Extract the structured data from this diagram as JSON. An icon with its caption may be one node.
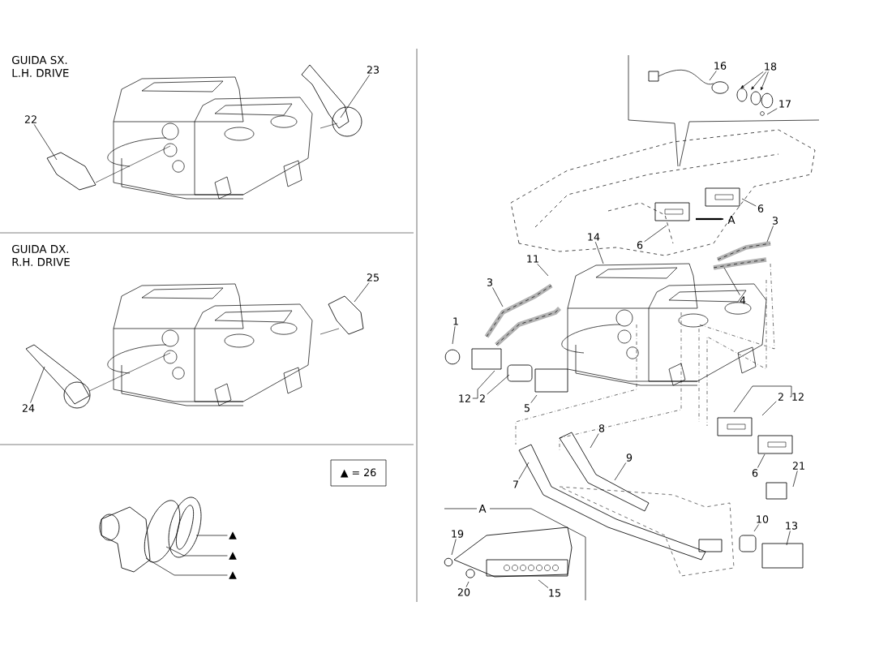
{
  "diagram": {
    "nodes": [
      {
        "text": [
          "22"
        ]
      },
      {
        "text": [
          "23"
        ]
      },
      {
        "text": [
          "25"
        ]
      },
      {
        "text": [
          "24"
        ]
      },
      {
        "text": [
          "16"
        ]
      },
      {
        "text": [
          "18"
        ]
      },
      {
        "text": [
          "17"
        ]
      },
      {
        "text": [
          "6"
        ]
      },
      {
        "text": [
          "14"
        ]
      },
      {
        "text": [
          "6"
        ]
      },
      {
        "text": [
          "3"
        ]
      },
      {
        "text": [
          "11"
        ]
      },
      {
        "text": [
          "3"
        ]
      },
      {
        "text": [
          "4"
        ]
      },
      {
        "text": [
          "1"
        ]
      },
      {
        "text": [
          "12"
        ]
      },
      {
        "text": [
          "2"
        ]
      },
      {
        "text": [
          "2"
        ]
      },
      {
        "text": [
          "12"
        ]
      },
      {
        "text": [
          "5"
        ]
      },
      {
        "text": [
          "8"
        ]
      },
      {
        "text": [
          "9"
        ]
      },
      {
        "text": [
          "6"
        ]
      },
      {
        "text": [
          "21"
        ]
      },
      {
        "text": [
          "7"
        ]
      },
      {
        "text": [
          "10"
        ]
      },
      {
        "text": [
          "13"
        ]
      },
      {
        "text": [
          "19"
        ]
      },
      {
        "text": [
          "20"
        ]
      },
      {
        "text": [
          "15"
        ]
      },
      {
        "text": [
          "▲ = 26"
        ]
      },
      {
        "text": [
          "▲"
        ]
      },
      {
        "text": [
          "▲"
        ]
      },
      {
        "text": [
          "▲"
        ]
      }
    ],
    "edges": [
      {
        "from": 0,
        "to": null,
        "arrow": "none"
      },
      {
        "from": 1,
        "to": null,
        "arrow": "none"
      },
      {
        "from": 2,
        "to": null,
        "arrow": "none"
      },
      {
        "from": 3,
        "to": null,
        "arrow": "none"
      },
      {
        "from": 4,
        "to": null,
        "arrow": "none"
      },
      {
        "from": 5,
        "to": null,
        "arrow": "to"
      },
      {
        "from": 5,
        "to": null,
        "arrow": "to"
      },
      {
        "from": 5,
        "to": null,
        "arrow": "to"
      },
      {
        "from": 6,
        "to": null,
        "arrow": "none"
      },
      {
        "from": 7,
        "to": null,
        "arrow": "none"
      },
      {
        "from": 8,
        "to": null,
        "arrow": "none"
      },
      {
        "from": 9,
        "to": null,
        "arrow": "none"
      },
      {
        "from": 10,
        "to": null,
        "arrow": "none"
      },
      {
        "from": 11,
        "to": null,
        "arrow": "none"
      },
      {
        "from": 12,
        "to": null,
        "arrow": "none"
      },
      {
        "from": 13,
        "to": null,
        "arrow": "none"
      },
      {
        "from": 14,
        "to": null,
        "arrow": "none"
      },
      {
        "from": 15,
        "to": null,
        "arrow": "none"
      },
      {
        "from": 16,
        "to": null,
        "arrow": "none"
      },
      {
        "from": 17,
        "to": null,
        "arrow": "none"
      },
      {
        "from": 18,
        "to": null,
        "arrow": "none"
      },
      {
        "from": 19,
        "to": null,
        "arrow": "none"
      },
      {
        "from": 20,
        "to": null,
        "arrow": "none"
      },
      {
        "from": 21,
        "to": null,
        "arrow": "none"
      },
      {
        "from": 22,
        "to": null,
        "arrow": "none"
      },
      {
        "from": 23,
        "to": null,
        "arrow": "none"
      },
      {
        "from": 24,
        "to": null,
        "arrow": "none"
      },
      {
        "from": 25,
        "to": null,
        "arrow": "none"
      },
      {
        "from": 26,
        "to": null,
        "arrow": "none"
      },
      {
        "from": 27,
        "to": null,
        "arrow": "none"
      },
      {
        "from": 28,
        "to": null,
        "arrow": "none"
      },
      {
        "from": 29,
        "to": null,
        "arrow": "none"
      },
      {
        "from": 31,
        "to": null,
        "arrow": "none"
      },
      {
        "from": 32,
        "to": null,
        "arrow": "none"
      },
      {
        "from": 33,
        "to": null,
        "arrow": "none"
      }
    ],
    "labels": [
      "GUIDA SX.",
      "L.H. DRIVE",
      "GUIDA DX.",
      "R.H. DRIVE",
      "A",
      "A"
    ]
  }
}
